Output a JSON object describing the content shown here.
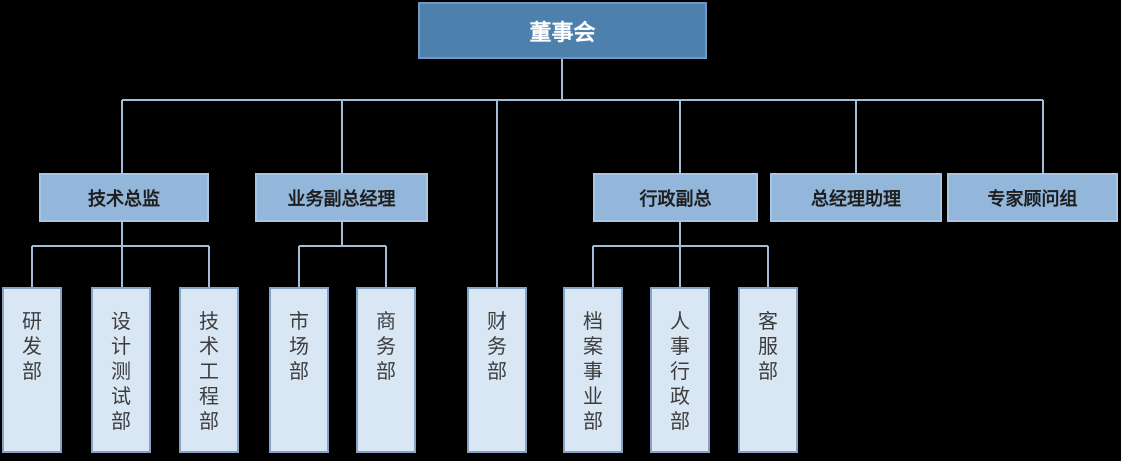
{
  "org_chart": {
    "root": {
      "label": "董事会"
    },
    "level2": [
      {
        "label": "技术总监",
        "parent": "董事会"
      },
      {
        "label": "业务副总经理",
        "parent": "董事会"
      },
      {
        "label": "行政副总",
        "parent": "董事会"
      },
      {
        "label": "总经理助理",
        "parent": "董事会"
      },
      {
        "label": "专家顾问组",
        "parent": "董事会"
      }
    ],
    "level3": [
      {
        "label": "研发部",
        "parent": "技术总监"
      },
      {
        "label": "设计测试部",
        "parent": "技术总监"
      },
      {
        "label": "技术工程部",
        "parent": "技术总监"
      },
      {
        "label": "市场部",
        "parent": "业务副总经理"
      },
      {
        "label": "商务部",
        "parent": "业务副总经理"
      },
      {
        "label": "财务部",
        "parent": "董事会"
      },
      {
        "label": "档案事业部",
        "parent": "行政副总"
      },
      {
        "label": "人事行政部",
        "parent": "行政副总"
      },
      {
        "label": "客服部",
        "parent": "行政副总"
      }
    ],
    "colors": {
      "background": "#000000",
      "root_fill": "#4D80AD",
      "root_border": "#6E99C1",
      "root_text": "#FFFFFF",
      "level2_fill": "#92B7DB",
      "level2_border": "#A8C5E3",
      "level3_fill": "#D9E7F5",
      "level3_border": "#85A3C4",
      "node_text": "#1E1E1E",
      "connector": "#A3BDD8"
    }
  }
}
